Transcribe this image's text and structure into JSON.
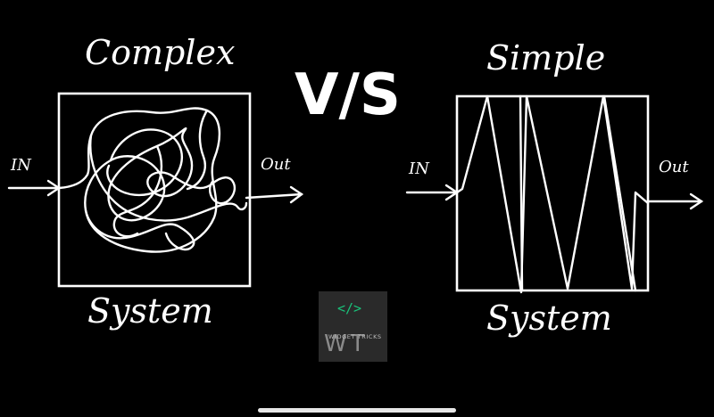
{
  "vs_label": "V/S",
  "complex": {
    "title": "Complex",
    "in_label": "IN",
    "out_label": "Out",
    "system_label": "System"
  },
  "simple": {
    "title": "Simple",
    "in_label": "IN",
    "out_label": "Out",
    "system_label": "System"
  },
  "logo": {
    "code_glyph": "</>",
    "monogram": "WT",
    "brand": "WIDGET TRICKS",
    "accent_color": "#19c27a"
  },
  "colors": {
    "background": "#000000",
    "stroke": "#ffffff"
  }
}
